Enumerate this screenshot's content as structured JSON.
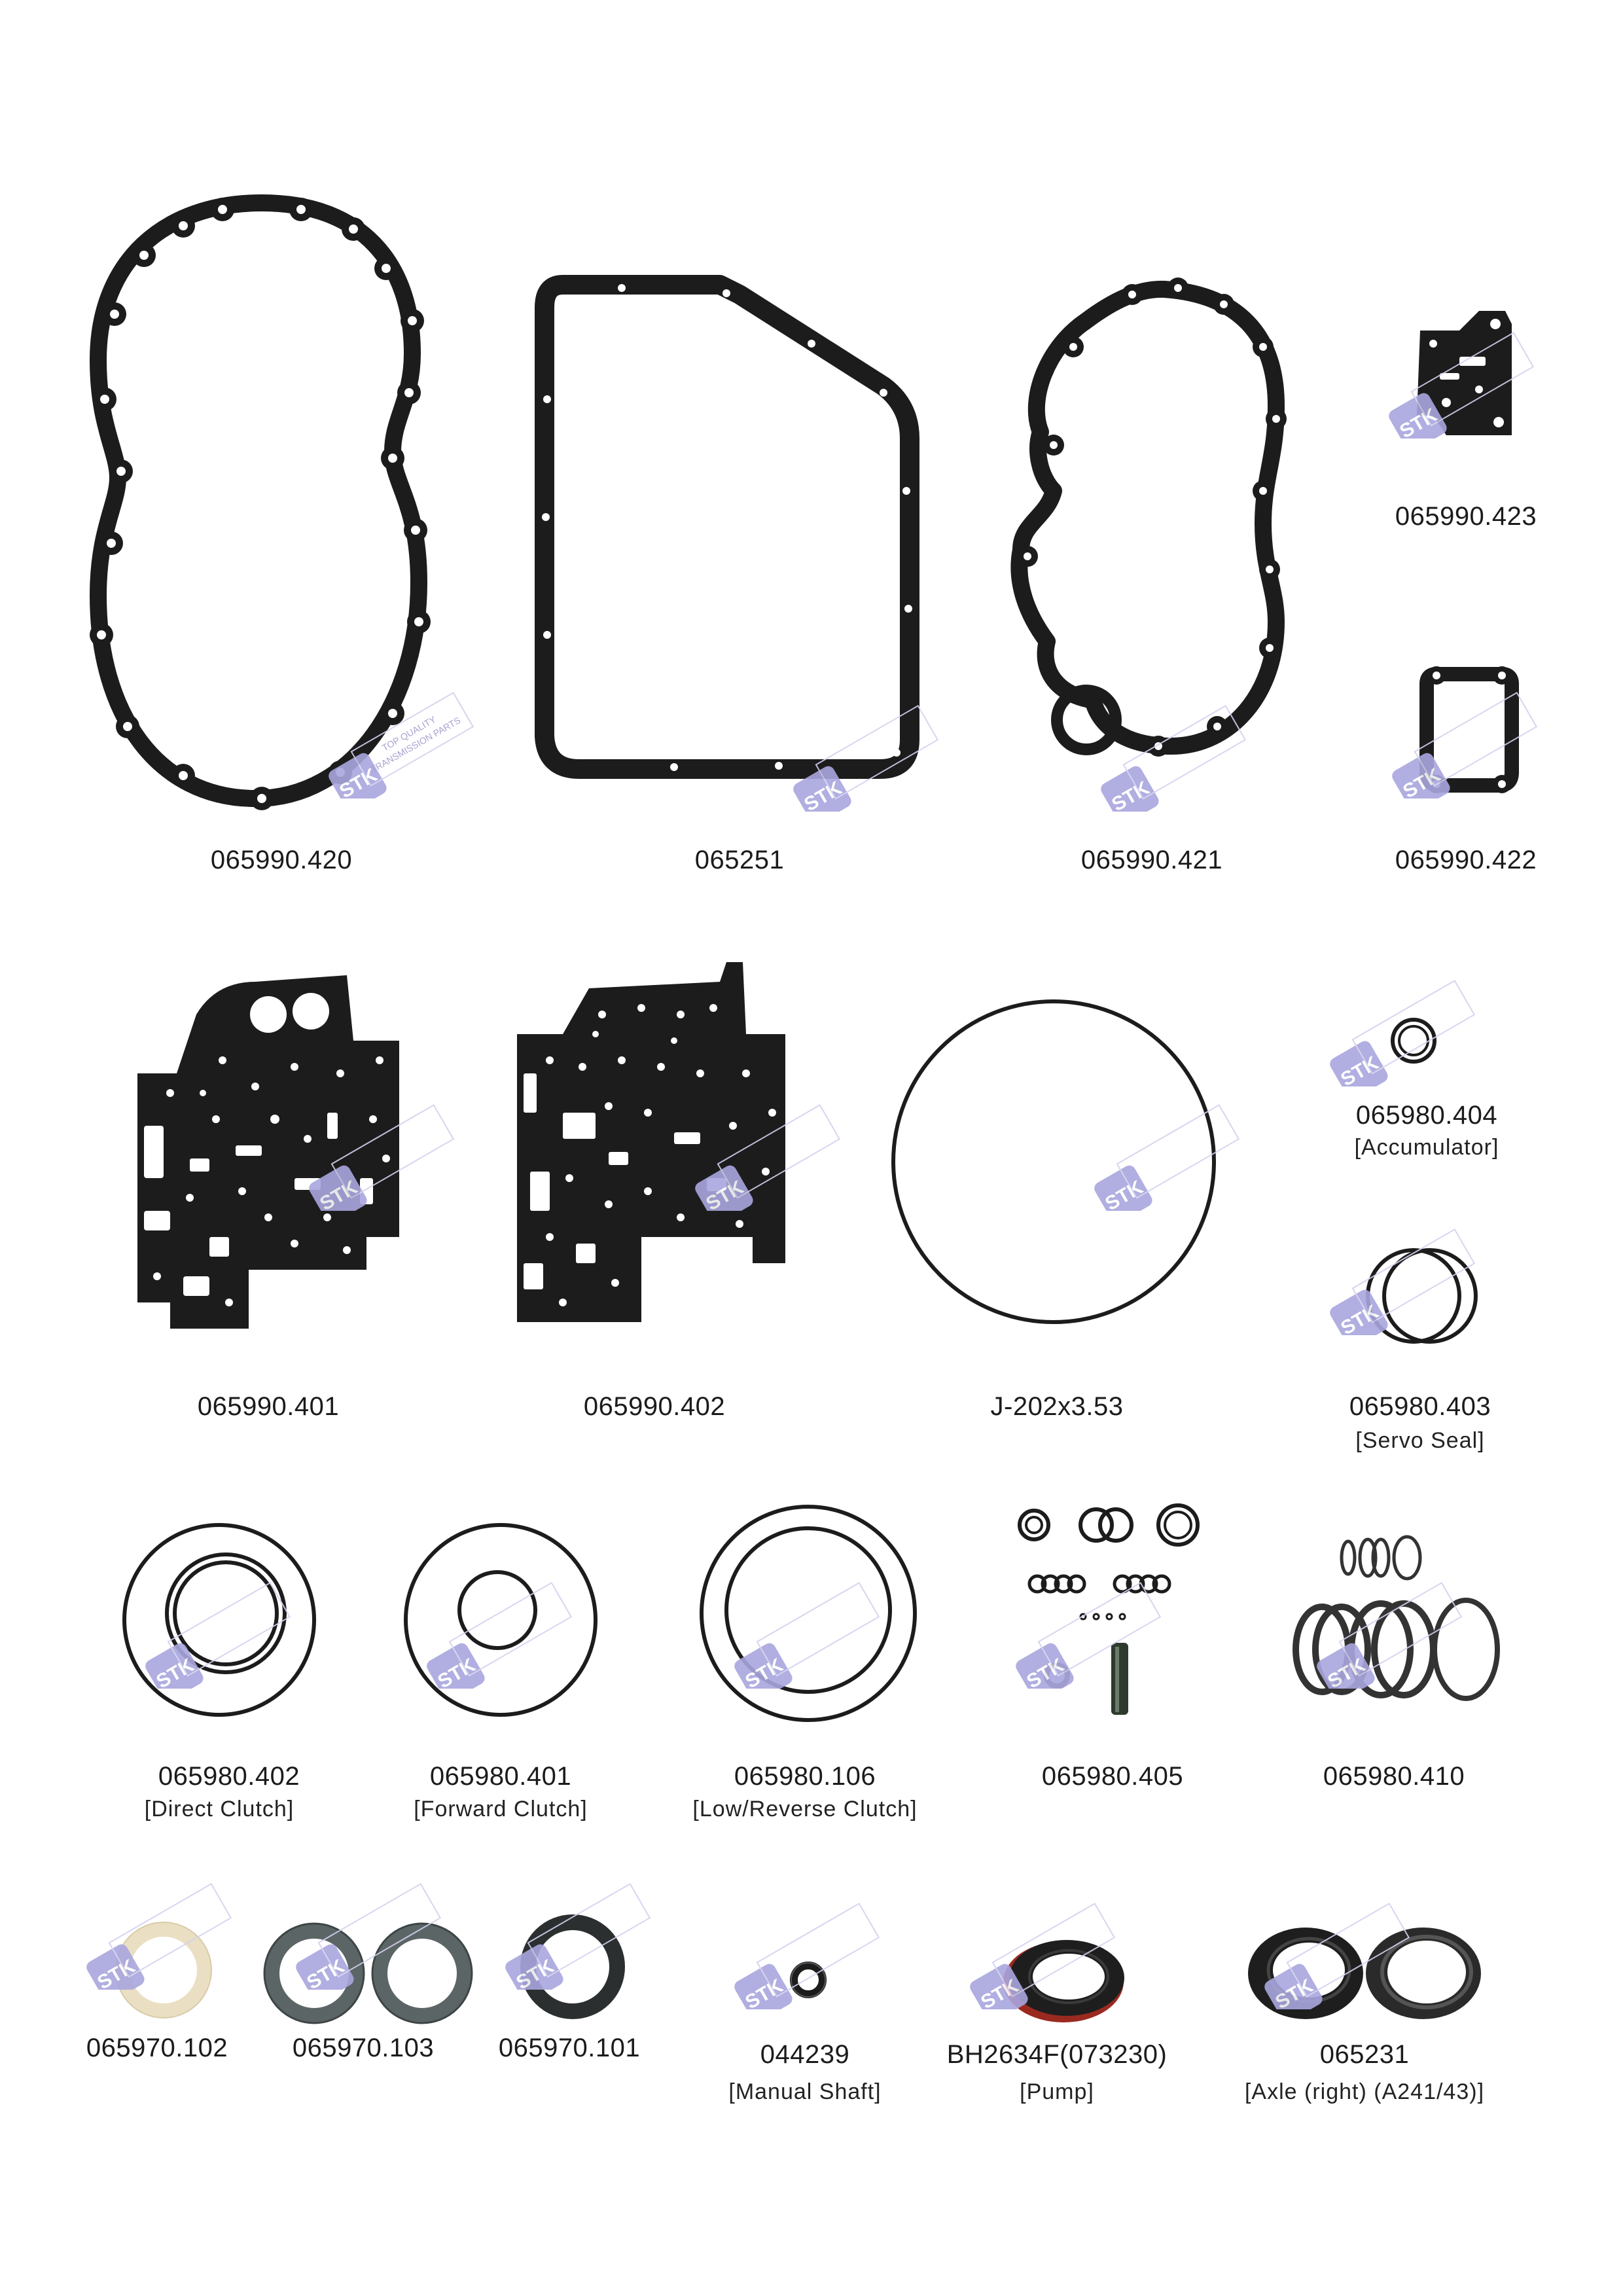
{
  "watermark": {
    "logo": "STK",
    "text_line1": "TOP QUALITY",
    "text_line2": "TRANSMISSION PARTS",
    "color": "#a9a6de"
  },
  "colors": {
    "gasket": "#1c1c1c",
    "cork": "#eadfc3",
    "seal_gray": "#5c6566",
    "seal_red": "#9a2a20"
  },
  "parts": [
    {
      "id": "p1",
      "code": "065990.420",
      "note": ""
    },
    {
      "id": "p2",
      "code": "065251",
      "note": ""
    },
    {
      "id": "p3",
      "code": "065990.421",
      "note": ""
    },
    {
      "id": "p4",
      "code": "065990.423",
      "note": ""
    },
    {
      "id": "p5",
      "code": "065990.422",
      "note": ""
    },
    {
      "id": "p6",
      "code": "065990.401",
      "note": ""
    },
    {
      "id": "p7",
      "code": "065990.402",
      "note": ""
    },
    {
      "id": "p8",
      "code": "J-202x3.53",
      "note": ""
    },
    {
      "id": "p9",
      "code": "065980.404",
      "note": "[Accumulator]"
    },
    {
      "id": "p10",
      "code": "065980.403",
      "note": "[Servo Seal]"
    },
    {
      "id": "p11",
      "code": "065980.402",
      "note": "[Direct Clutch]"
    },
    {
      "id": "p12",
      "code": "065980.401",
      "note": "[Forward Clutch]"
    },
    {
      "id": "p13",
      "code": "065980.106",
      "note": "[Low/Reverse Clutch]"
    },
    {
      "id": "p14",
      "code": "065980.405",
      "note": ""
    },
    {
      "id": "p15",
      "code": "065980.410",
      "note": ""
    },
    {
      "id": "p16",
      "code": "065970.102",
      "note": ""
    },
    {
      "id": "p17",
      "code": "065970.103",
      "note": ""
    },
    {
      "id": "p18",
      "code": "065970.101",
      "note": ""
    },
    {
      "id": "p19",
      "code": "044239",
      "note": "[Manual Shaft]"
    },
    {
      "id": "p20",
      "code": "BH2634F(073230)",
      "note": "[Pump]"
    },
    {
      "id": "p21",
      "code": "065231",
      "note": "[Axle (right) (A241/43)]"
    }
  ]
}
